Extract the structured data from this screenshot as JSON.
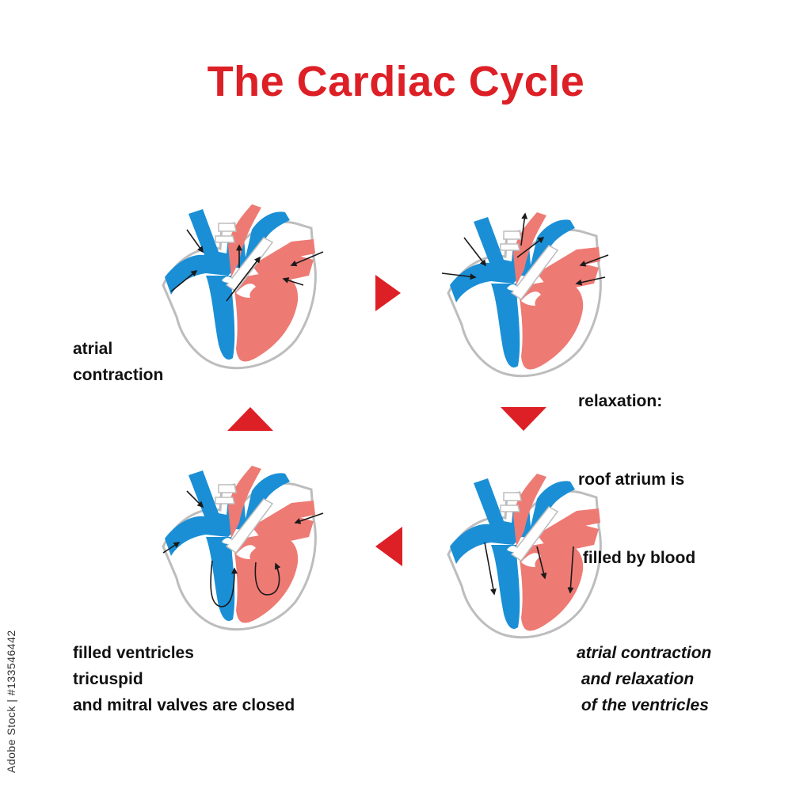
{
  "title": "The Cardiac Cycle",
  "colors": {
    "title": "#dd1f26",
    "arrow": "#dd1f26",
    "venous_blue": "#1a8fd6",
    "arterial_red": "#ee7a74",
    "outline": "#bdbdbd",
    "flow_arrow": "#1a1a1a"
  },
  "stages": [
    {
      "id": "top-left",
      "lines": [
        "atrial",
        "contraction"
      ]
    },
    {
      "id": "top-right",
      "lines": [
        "relaxation:",
        "roof atrium is",
        " filled by blood"
      ]
    },
    {
      "id": "bottom-right",
      "lines": [
        "atrial contraction",
        " and relaxation",
        " of the ventricles"
      ]
    },
    {
      "id": "bottom-left",
      "lines": [
        "filled ventricles",
        "tricuspid",
        "and mitral valves are closed"
      ]
    }
  ],
  "cycle_arrows": [
    {
      "id": "right",
      "icon": "triangle-right-icon"
    },
    {
      "id": "down",
      "icon": "triangle-down-icon"
    },
    {
      "id": "left",
      "icon": "triangle-left-icon"
    },
    {
      "id": "up",
      "icon": "triangle-up-icon"
    }
  ],
  "stock_id": "Adobe Stock | #133546442"
}
